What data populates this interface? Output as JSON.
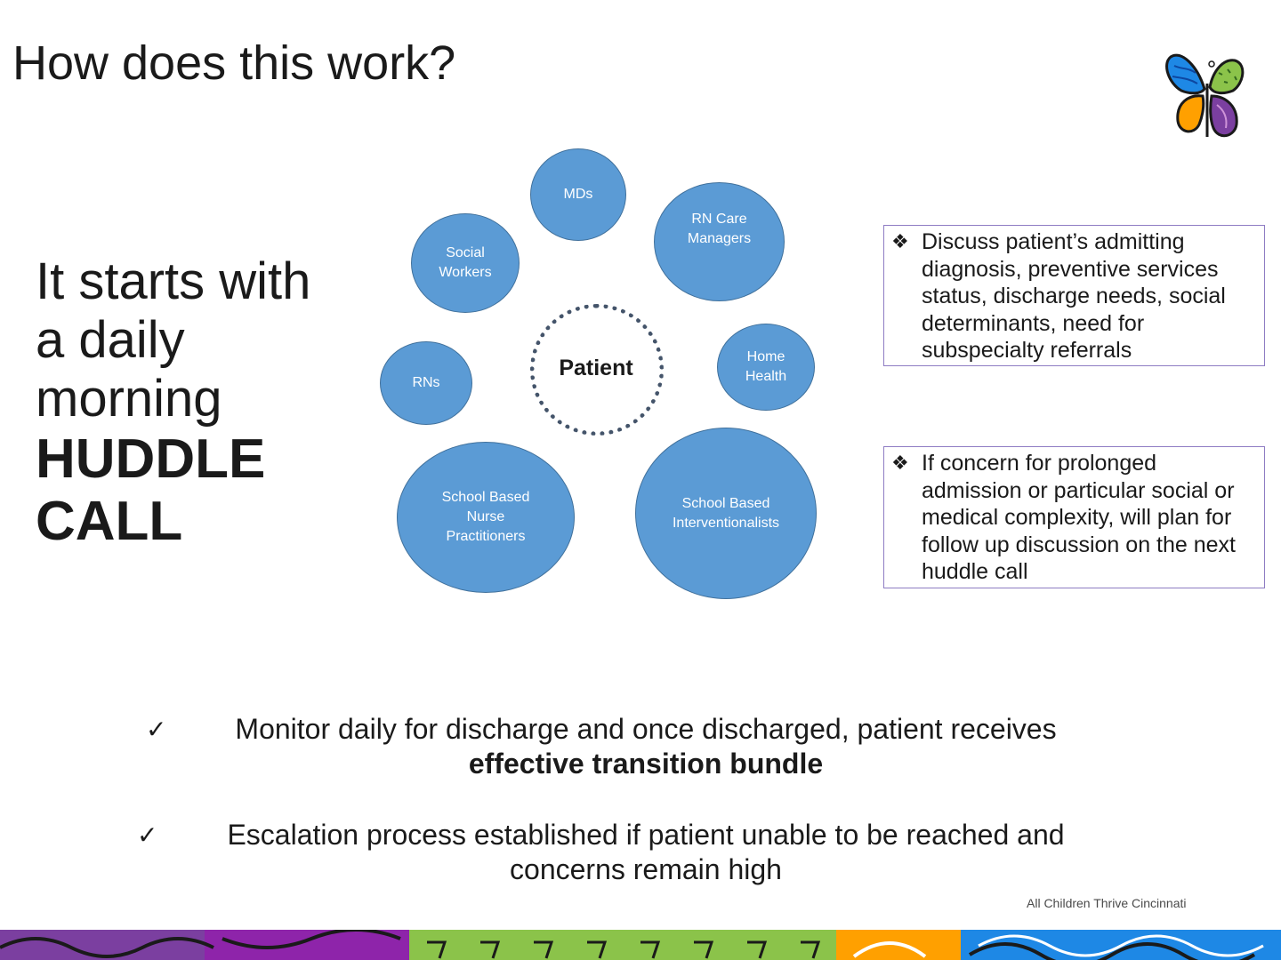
{
  "slide": {
    "title": "How does this work?",
    "intro": {
      "line1": "It starts with a daily morning",
      "line2": "HUDDLE CALL"
    },
    "diagram": {
      "center": "Patient",
      "roles": {
        "mds": "MDs",
        "rn_care_managers": "RN Care\nManagers",
        "social_workers": "Social\nWorkers",
        "home_health": "Home\nHealth",
        "rns": "RNs",
        "school_nurse_practitioners": "School Based\nNurse\nPractitioners",
        "school_interventionalists": "School Based\nInterventionalists"
      }
    },
    "callouts": [
      {
        "bullet": "❖",
        "text": "Discuss patient’s admitting diagnosis, preventive services status, discharge needs, social determinants, need for subspecialty referrals"
      },
      {
        "bullet": "❖",
        "text": "If concern for prolonged admission or particular social or medical complexity, will plan for follow up discussion on the next huddle call"
      }
    ],
    "checklist": [
      {
        "mark": "✓",
        "text": "Monitor daily for discharge and once discharged, patient receives",
        "bold": "effective transition bundle"
      },
      {
        "mark": "✓",
        "text": "Escalation process established if patient unable to be reached and concerns remain high"
      }
    ],
    "footer": "All Children Thrive Cincinnati",
    "colors": {
      "circle_fill": "#5b9bd5",
      "circle_border": "#41719c",
      "callout_border": "#8e7cc3"
    }
  }
}
